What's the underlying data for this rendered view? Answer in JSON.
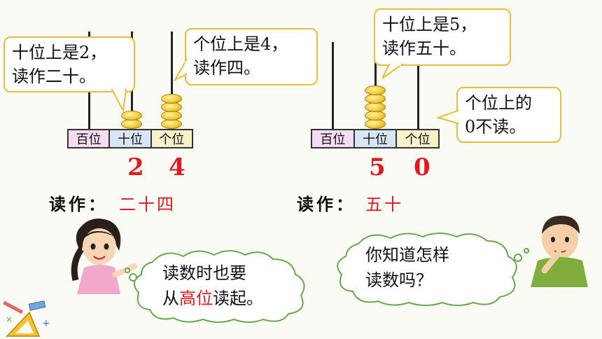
{
  "left": {
    "bubble_tens": [
      "十位上是2，",
      "读作二十。"
    ],
    "bubble_ones": [
      "个位上是4，",
      "读作四。"
    ],
    "place_labels": [
      "百位",
      "十位",
      "个位"
    ],
    "digits": [
      "2",
      "4"
    ],
    "read_label": "读作：",
    "read_value": "二十四"
  },
  "right": {
    "bubble_tens": [
      "十位上是5，",
      "读作五十。"
    ],
    "bubble_ones": [
      "个位上的",
      "0不读。"
    ],
    "place_labels": [
      "百位",
      "十位",
      "个位"
    ],
    "digits": [
      "5",
      "0"
    ],
    "read_label": "读作：",
    "read_value": "五十"
  },
  "girl_thought": {
    "line1": "读数时也要",
    "line2_pre": "从",
    "line2_highlight": "高位",
    "line2_post": "读起。"
  },
  "boy_thought": {
    "line1": "你知道怎样",
    "line2": "读数吗？"
  },
  "colors": {
    "accent_red": "#e3191f",
    "bubble_border": "#e6bd3c",
    "cloud_border": "#6aa84f"
  },
  "abacus_left_tens_beads": 2,
  "abacus_left_ones_beads": 4,
  "abacus_right_tens_beads": 5,
  "abacus_right_ones_beads": 0
}
